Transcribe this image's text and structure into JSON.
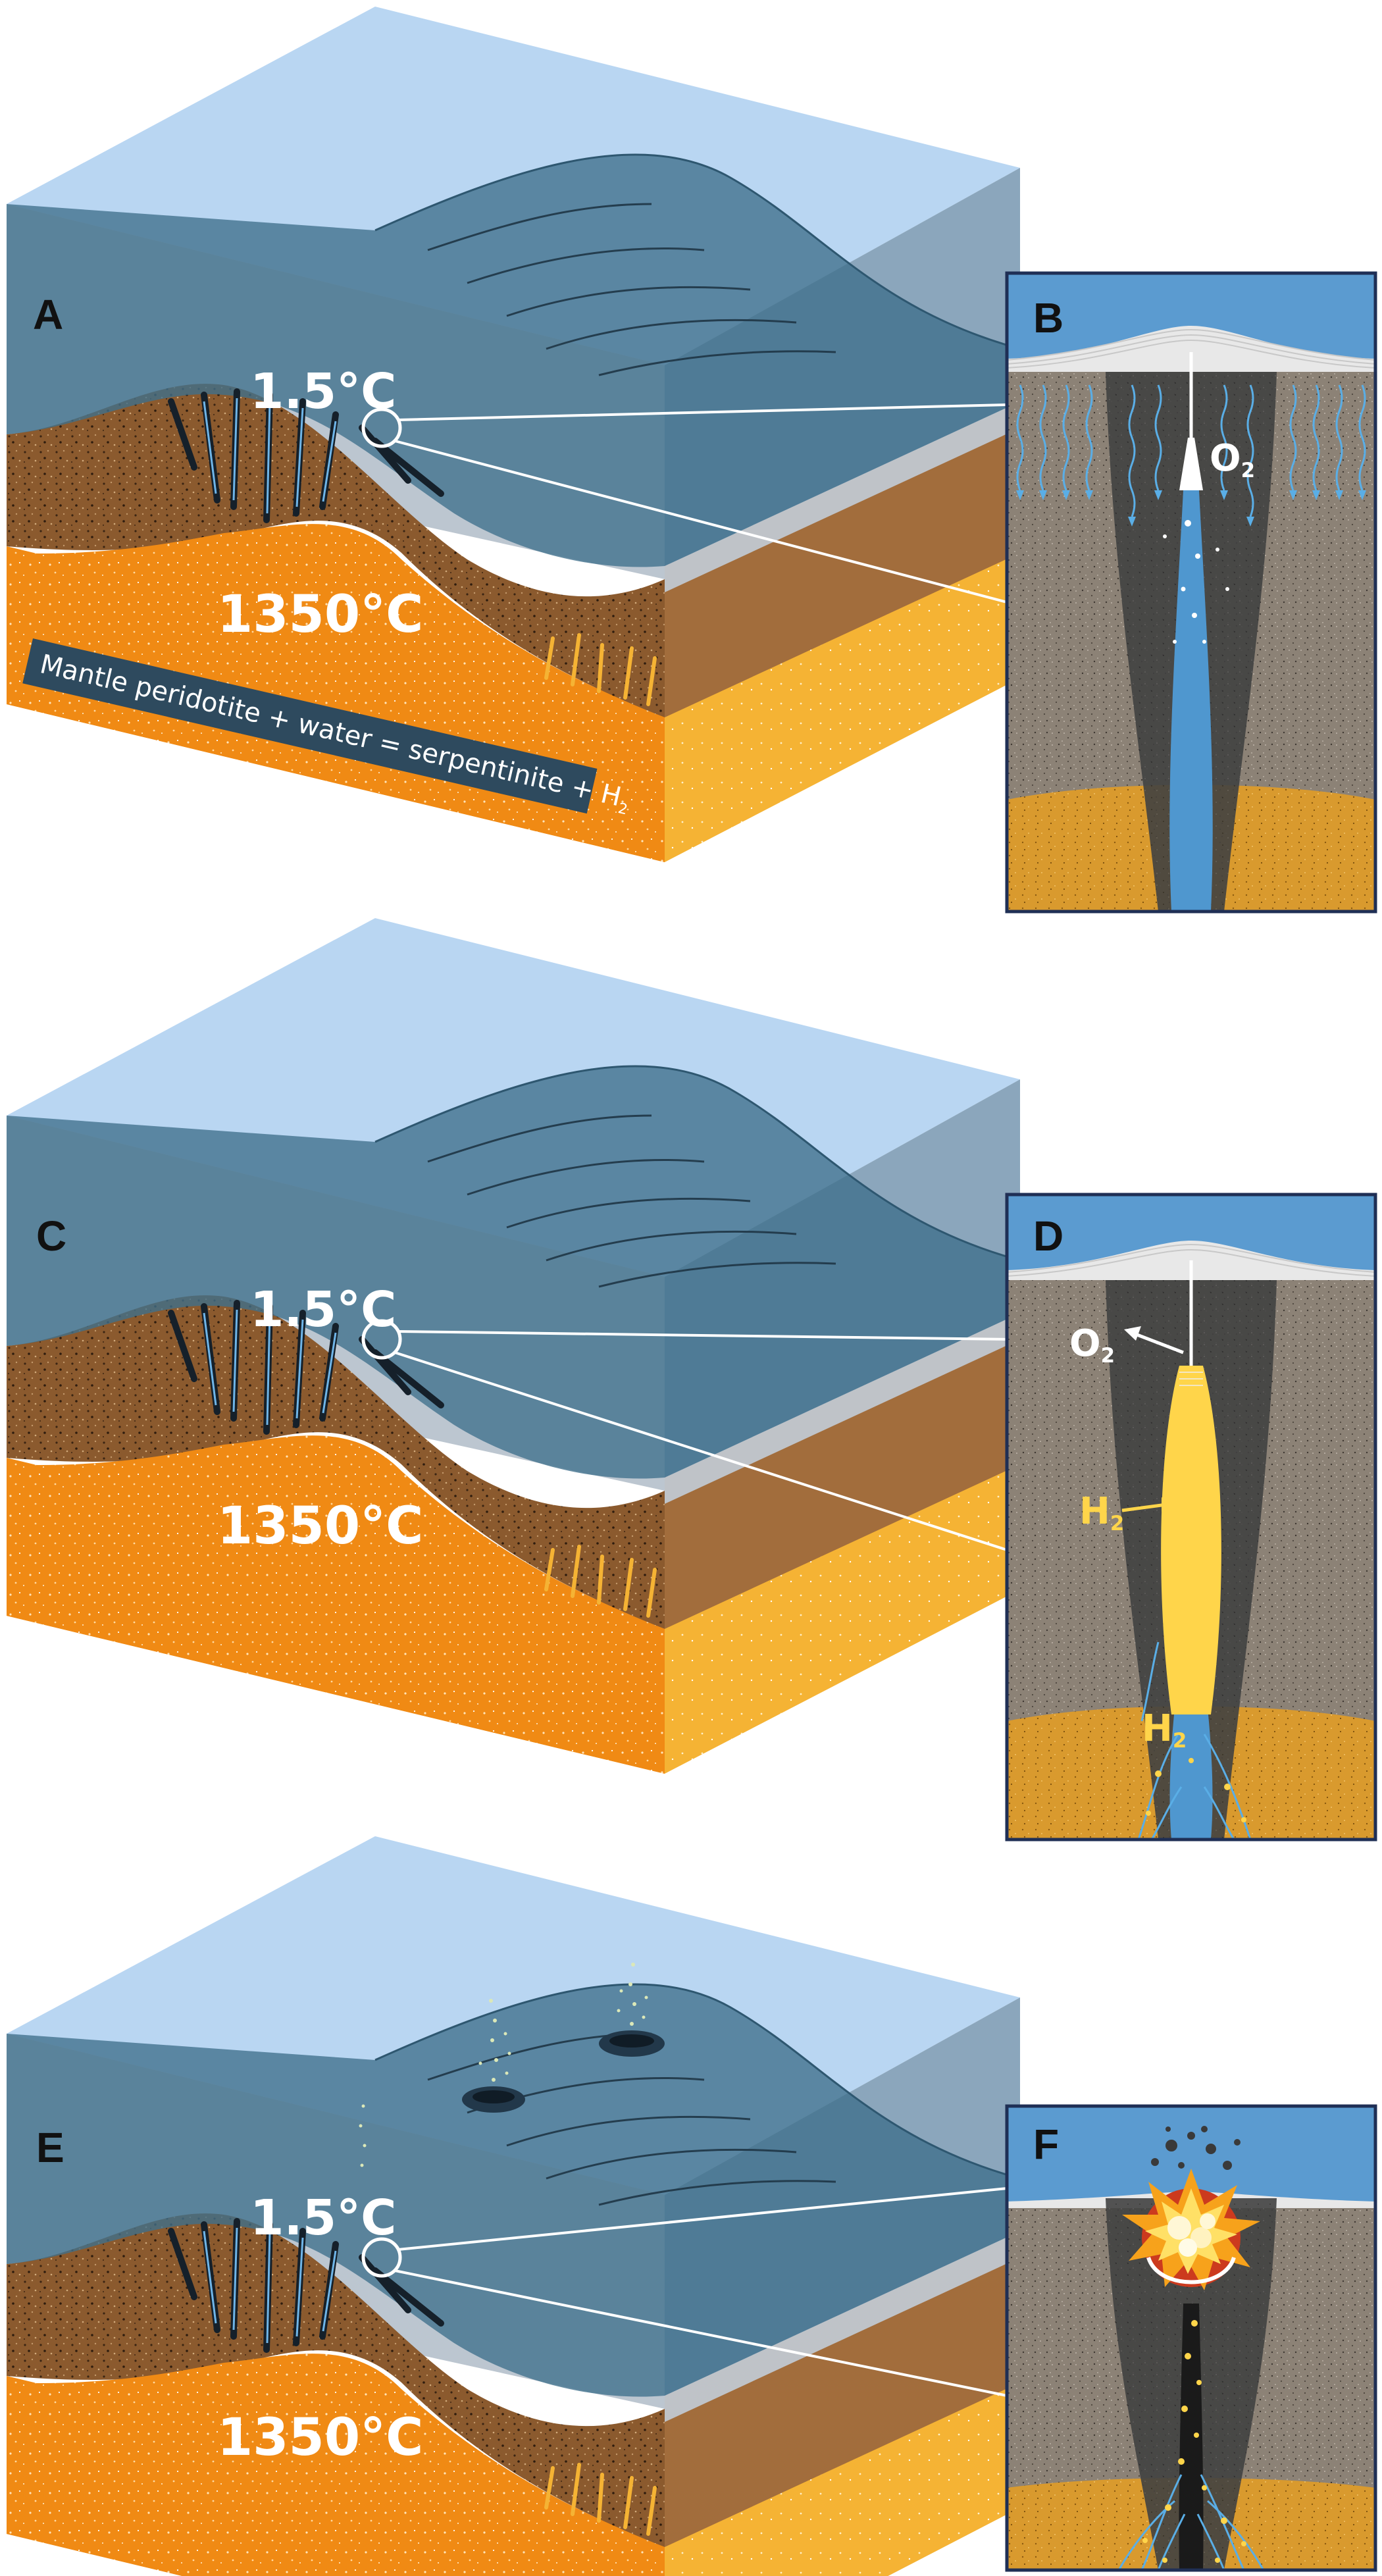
{
  "panels": {
    "A": {
      "letter": "A",
      "surface_temp": "1.5°C",
      "mantle_temp": "1350°C",
      "equation_prefix": "Mantle peridotite + water = serpentinite + H",
      "equation_sub": "2"
    },
    "B": {
      "letter": "B",
      "gas": "O",
      "gas_sub": "2"
    },
    "C": {
      "letter": "C",
      "surface_temp": "1.5°C",
      "mantle_temp": "1350°C"
    },
    "D": {
      "letter": "D",
      "gas_o2": "O",
      "gas_o2_sub": "2",
      "gas_h2_upper": "H",
      "gas_h2_upper_sub": "2",
      "gas_h2_lower": "H",
      "gas_h2_lower_sub": "2"
    },
    "E": {
      "letter": "E",
      "surface_temp": "1.5°C",
      "mantle_temp": "1350°C"
    },
    "F": {
      "letter": "F"
    }
  },
  "colors": {
    "sea_top": "#b9d6f2",
    "sea_side": "#bfc9d3",
    "water_dark": "#3f6f8c",
    "crust_brown": "#8b5a2e",
    "mantle_orange": "#f08a14",
    "mantle_side": "#f5b334",
    "rock_grey": "#8c8276",
    "channel_dark": "#3b3b3b",
    "fluid_blue": "#4f97cf",
    "inset_sky": "#5b9bd0",
    "h2_yellow": "#ffd54a",
    "inset_border": "#1f2f55",
    "label_box": "#2e4a5e"
  },
  "icons": [
    "explosion-icon",
    "bubble-stream-icon",
    "pockmark-crater-icon",
    "arrow-icon"
  ]
}
